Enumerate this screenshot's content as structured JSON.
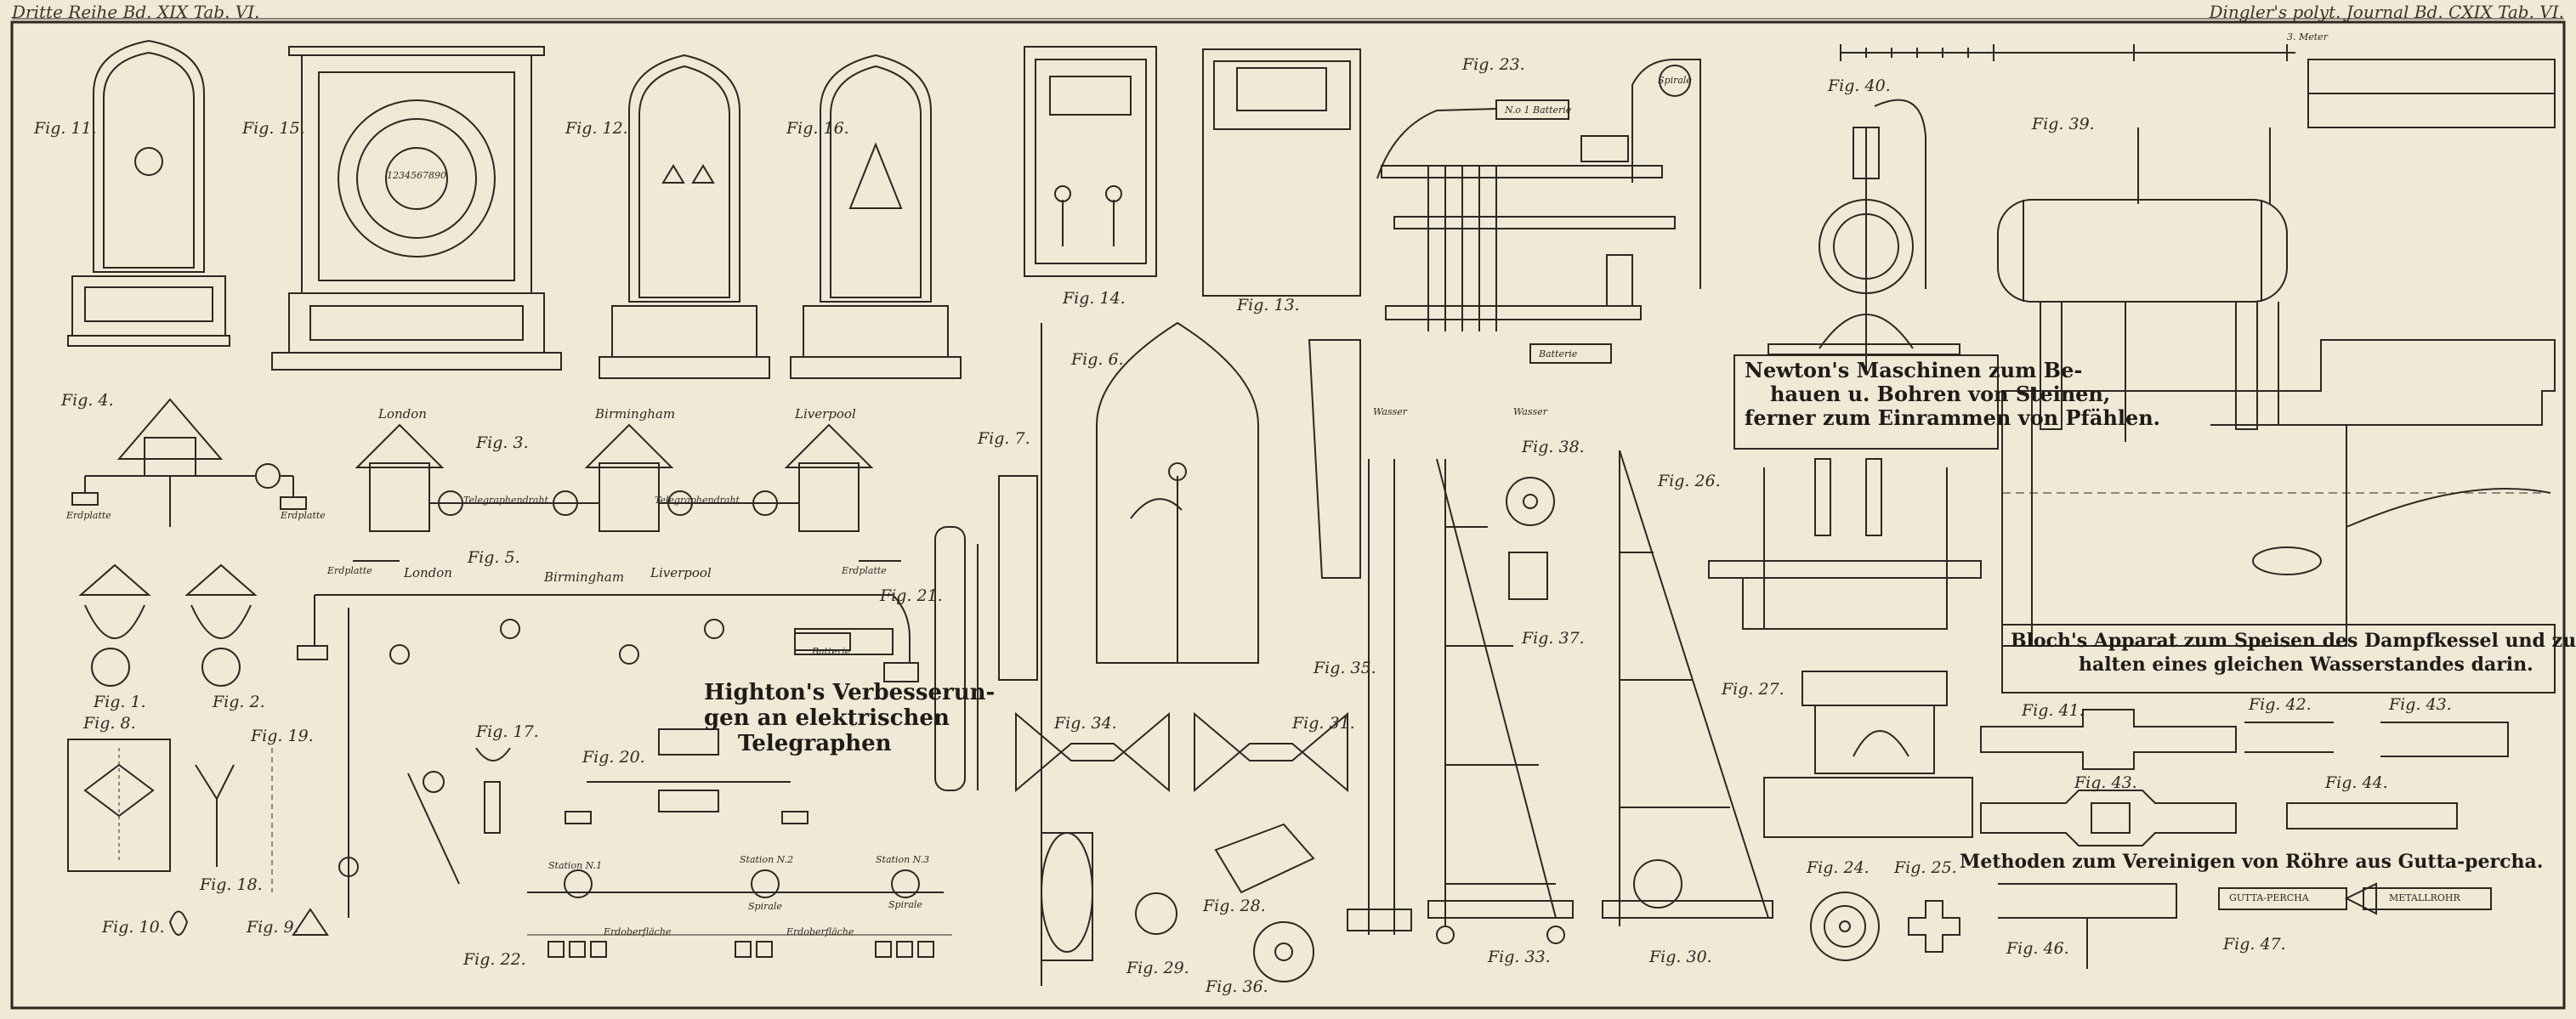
{
  "header": {
    "left": "Dritte Reihe Bd. XIX Tab. VI.",
    "right": "Dingler's polyt. Journal Bd. CXIX Tab. VI."
  },
  "figures": [
    "Fig. 11.",
    "Fig. 15.",
    "Fig. 12.",
    "Fig. 16.",
    "Fig. 14.",
    "Fig. 13.",
    "Fig. 23.",
    "Fig. 40.",
    "Fig. 39.",
    "Fig. 4.",
    "Fig. 3.",
    "Fig. 5.",
    "Fig. 21.",
    "Fig. 7.",
    "Fig. 6.",
    "Fig. 38.",
    "Fig. 26.",
    "Fig. 37.",
    "Fig. 35.",
    "Fig. 1.",
    "Fig. 2.",
    "Fig. 8.",
    "Fig. 19.",
    "Fig. 17.",
    "Fig. 20.",
    "Fig. 18.",
    "Fig. 10.",
    "Fig. 9.",
    "Fig. 22.",
    "Fig. 34.",
    "Fig. 31.",
    "Fig. 28.",
    "Fig. 29.",
    "Fig. 36.",
    "Fig. 33.",
    "Fig. 30.",
    "Fig. 27.",
    "Fig. 24.",
    "Fig. 25.",
    "Fig. 41.",
    "Fig. 42.",
    "Fig. 43.",
    "Fig. 43.",
    "Fig. 44.",
    "Fig. 46.",
    "Fig. 47."
  ],
  "places": {
    "london": "London",
    "birmingham": "Birmingham",
    "liverpool": "Liverpool"
  },
  "labels": {
    "erdplatte": "Erdplatte",
    "telegraphendraht": "Telegraphendraht",
    "batterie": "Batterie",
    "wasser": "Wasser",
    "station1": "Station N.1",
    "station2": "Station N.2",
    "station3": "Station N.3",
    "spirale": "Spirale",
    "erdoberflaeche": "Erdoberfläche",
    "gutta": "GUTTA-PERCHA",
    "metall": "METALLROHR",
    "meter": "3. Meter",
    "dial": "1234567890",
    "batt_no1": "N.o 1 Batterie"
  },
  "titles": {
    "highton_1": "Highton's Verbesserun-",
    "highton_2": "gen an elektrischen",
    "highton_3": "Telegraphen",
    "newton_1": "Newton's Maschinen zum Be-",
    "newton_2": "hauen u. Bohren von Steinen,",
    "newton_3": "ferner zum Einrammen von Pfählen.",
    "bloch_1": "Bloch's Apparat zum Speisen des Dampfkessel und zum Unter-",
    "bloch_2": "halten eines gleichen Wasserstandes darin.",
    "gutta": "Methoden zum Vereinigen von Röhre aus Gutta-percha."
  }
}
